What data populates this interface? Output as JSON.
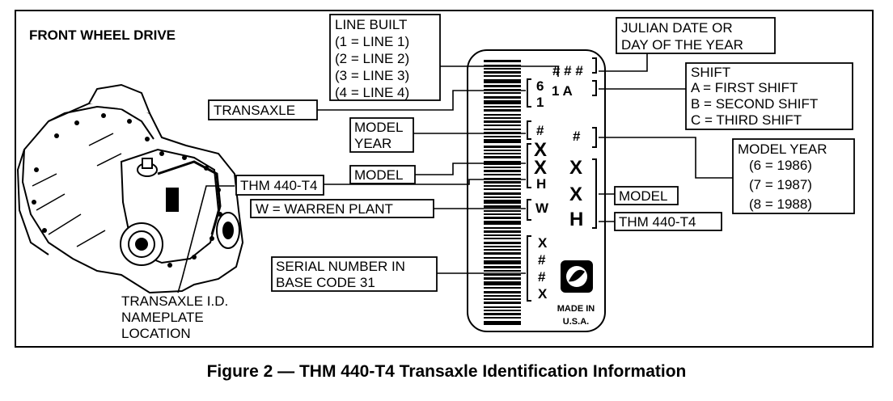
{
  "diagram": {
    "title": "FRONT WHEEL DRIVE",
    "caption": "Figure 2 — THM 440-T4 Transaxle Identification Information",
    "callouts": {
      "line_built": [
        "LINE BUILT",
        "(1 = LINE 1)",
        "(2 = LINE 2)",
        "(3 = LINE 3)",
        "(4 = LINE 4)"
      ],
      "julian_date": [
        "JULIAN DATE OR",
        "DAY OF THE YEAR"
      ],
      "shift": [
        "SHIFT",
        "A = FIRST SHIFT",
        "B = SECOND SHIFT",
        "C = THIRD SHIFT"
      ],
      "transaxle": "TRANSAXLE",
      "model_year_left": [
        "MODEL",
        "YEAR"
      ],
      "model_year_right": [
        "MODEL YEAR",
        "(6 = 1986)",
        "(7 = 1987)",
        "(8 = 1988)"
      ],
      "model_left": "MODEL",
      "thm_left": "THM 440-T4",
      "warren_plant": "W = WARREN PLANT",
      "model_right": "MODEL",
      "thm_right": "THM 440-T4",
      "serial_number": [
        "SERIAL NUMBER IN",
        "BASE CODE 31"
      ],
      "nameplate_location": [
        "TRANSAXLE I.D.",
        "NAMEPLATE",
        "LOCATION"
      ]
    },
    "plate": {
      "hash_top": "# # #",
      "line_shift": "1  A",
      "digits_top": [
        "6",
        "1"
      ],
      "model_year_code": "#",
      "left_column": [
        "#",
        "X",
        "X",
        "H"
      ],
      "right_column": [
        "X",
        "X",
        "H"
      ],
      "plant_code": "W",
      "serial_chars": [
        "X",
        "#",
        "#",
        "X"
      ],
      "made_in": [
        "MADE IN",
        "U.S.A."
      ]
    }
  }
}
